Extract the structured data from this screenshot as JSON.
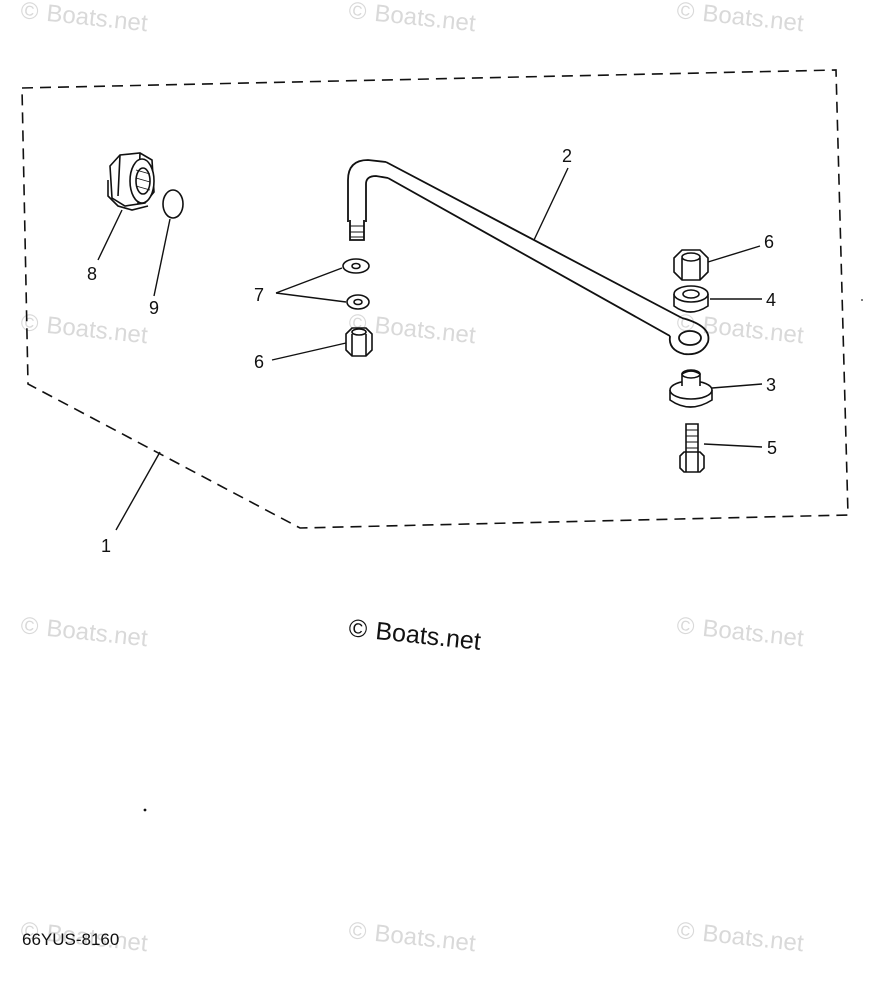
{
  "watermark": {
    "text": "Boats.net",
    "symbol": "©",
    "color": "#d9d9d9"
  },
  "center_watermark": {
    "text": "Boats.net",
    "symbol": "©",
    "color": "#111111"
  },
  "callouts": {
    "c1": "1",
    "c2": "2",
    "c3": "3",
    "c4": "4",
    "c5": "5",
    "c6a": "6",
    "c6b": "6",
    "c7": "7",
    "c8": "8",
    "c9": "9"
  },
  "drawing_code": "66YUS-8160",
  "line_color": "#111111"
}
